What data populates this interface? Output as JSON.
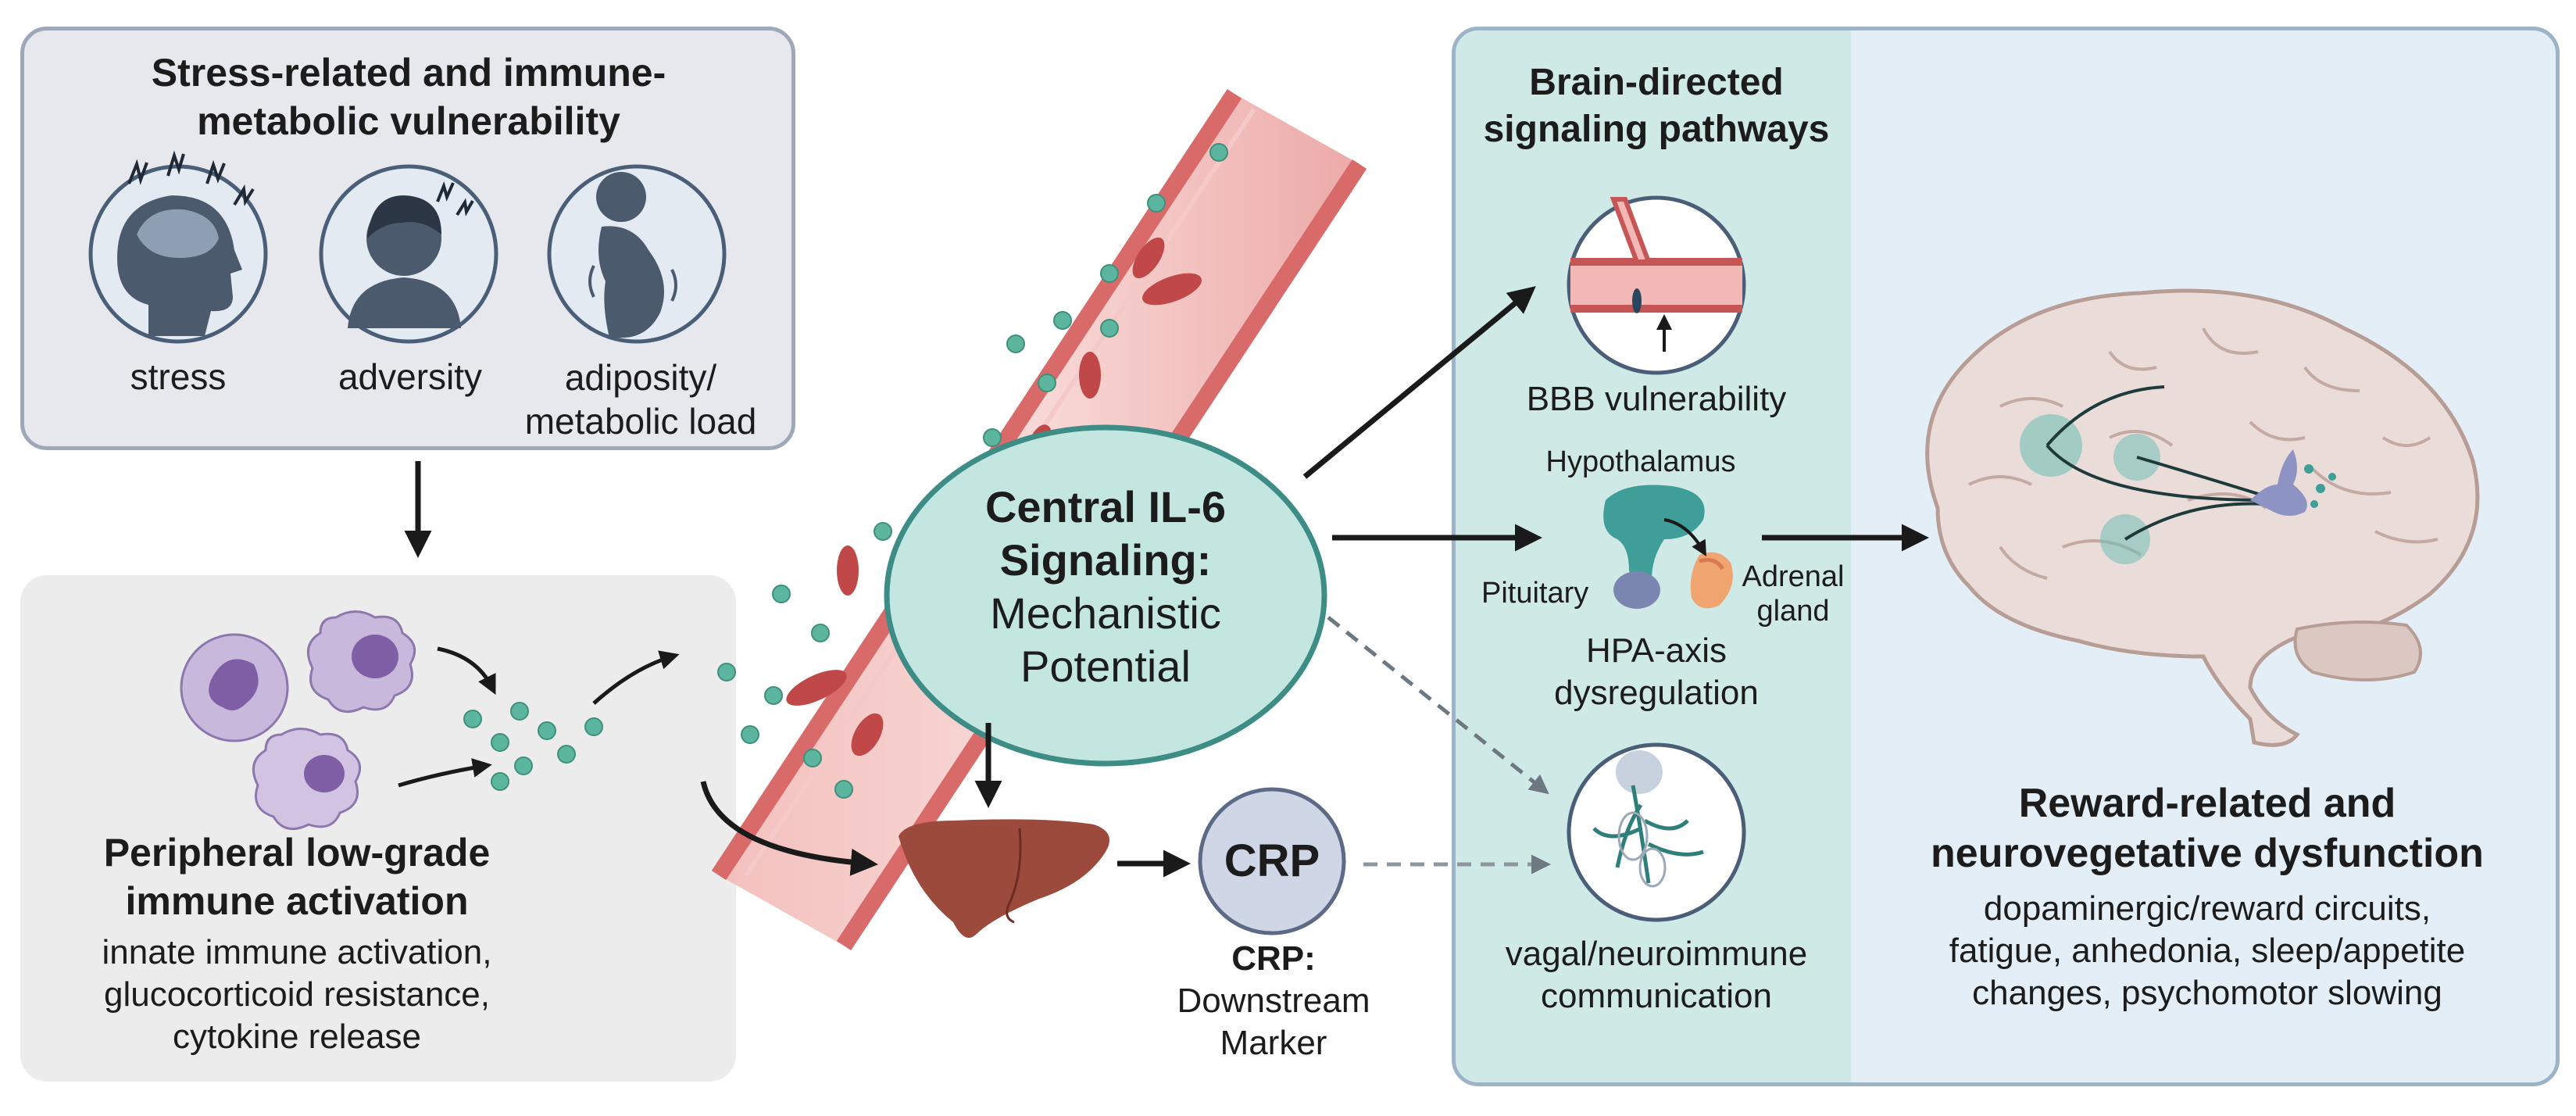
{
  "vulnerability": {
    "title_line1": "Stress-related and immune-",
    "title_line2": "metabolic vulnerability",
    "items": [
      {
        "label": "stress",
        "icon": "stressed-head-icon"
      },
      {
        "label": "adversity",
        "icon": "child-adversity-icon"
      },
      {
        "label_line1": "adiposity/",
        "label_line2": "metabolic load",
        "icon": "adiposity-body-icon"
      }
    ]
  },
  "peripheral": {
    "title_line1": "Peripheral low-grade",
    "title_line2": "immune activation",
    "desc_line1": "innate immune activation,",
    "desc_line2": "glucocorticoid resistance,",
    "desc_line3": "cytokine release"
  },
  "central": {
    "line1": "Central IL-6",
    "line2": "Signaling:",
    "line3": "Mechanistic",
    "line4": "Potential"
  },
  "crp": {
    "circle_label": "CRP",
    "caption_line1": "CRP:",
    "caption_line2": "Downstream",
    "caption_line3": "Marker"
  },
  "brain_pathways": {
    "title_line1": "Brain-directed",
    "title_line2": "signaling pathways",
    "bbb": "BBB vulnerability",
    "hypothalamus": "Hypothalamus",
    "pituitary": "Pituitary",
    "adrenal_line1": "Adrenal",
    "adrenal_line2": "gland",
    "hpa_line1": "HPA-axis",
    "hpa_line2": "dysregulation",
    "vagal_line1": "vagal/neuroimmune",
    "vagal_line2": "communication"
  },
  "reward": {
    "title_line1": "Reward-related and",
    "title_line2": "neurovegetative dysfunction",
    "desc_line1": "dopaminergic/reward circuits,",
    "desc_line2": "fatigue, anhedonia, sleep/appetite",
    "desc_line3": "changes, psychomotor slowing"
  },
  "colors": {
    "vessel": "#e07b7b",
    "vessel_dark": "#c65656",
    "cytokine": "#5cb59e",
    "central_fill": "#c4e6e1",
    "central_stroke": "#3d8d86",
    "crp_fill": "#cfd7e6",
    "liver": "#9c4a3c",
    "teal_panel": "#cfe9e6",
    "blue_panel": "#e4eef6"
  }
}
